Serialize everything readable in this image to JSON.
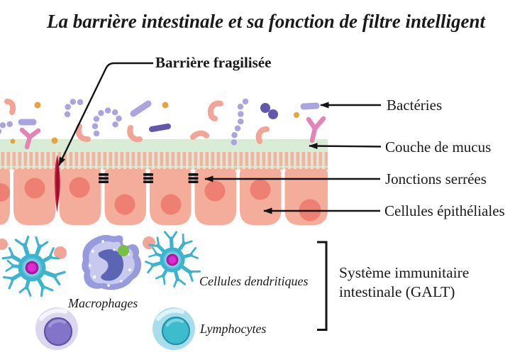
{
  "title": "La barrière intestinale et sa fonction de filtre intelligent",
  "labels": {
    "fragile_barrier": "Barrière fragilisée",
    "bacteria": "Bactéries",
    "mucus_layer": "Couche de mucus",
    "tight_junctions": "Jonctions serrées",
    "epithelial_cells": "Cellules épithéliales",
    "dendritic_cells": "Cellules dendritiques",
    "macrophages": "Macrophages",
    "lymphocytes": "Lymphocytes",
    "galt": "Système immunitaire\nintestinale (GALT)"
  },
  "colors": {
    "background": "#ffffff",
    "text": "#1a1a1a",
    "mucus_green": "#d9edd6",
    "cell_salmon": "#f4ac9b",
    "microvilli_salmon": "#f6b1a1",
    "cell_nucleus": "#ee7f73",
    "crack_red": "#cc2547",
    "crack_dark": "#9c0e2c",
    "tight_junction_black": "#141414",
    "bacteria_lavender": "#aaa5de",
    "bacteria_purple": "#6257ae",
    "bacteria_salmon": "#f2a596",
    "bacteria_orange": "#e8a43c",
    "bacteria_pink": "#e383b6",
    "dendritic_teal": "#3cb4d0",
    "dendritic_inner": "#86d4e5",
    "dendritic_nucleus": "#e02ad2",
    "dendritic_nucleus_ring": "#a91ba1",
    "macrophage_body": "#979bdc",
    "macrophage_inner": "#c7c9ef",
    "macrophage_nucleus": "#5c65b4",
    "macrophage_particle_green": "#7abf43",
    "lymphocyte1_body": "#dcd7ef",
    "lymphocyte1_nucleus": "#8374ca",
    "lymphocyte2_body": "#a8deeb",
    "lymphocyte2_nucleus": "#3cbccd"
  }
}
